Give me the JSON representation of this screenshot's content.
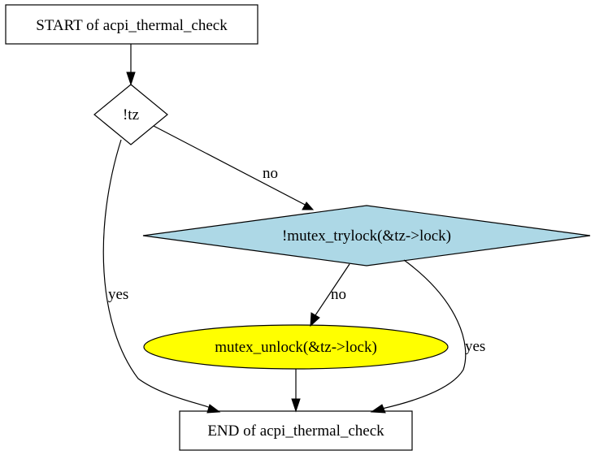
{
  "nodes": {
    "start": {
      "label": "START of acpi_thermal_check",
      "fill": "#ffffff"
    },
    "cond_tz": {
      "label": "!tz",
      "fill": "#ffffff"
    },
    "cond_trylock": {
      "label": "!mutex_trylock(&tz->lock)",
      "fill": "#add8e6"
    },
    "unlock": {
      "label": "mutex_unlock(&tz->lock)",
      "fill": "#ffff00"
    },
    "end": {
      "label": "END of acpi_thermal_check",
      "fill": "#ffffff"
    }
  },
  "edges": {
    "tz_no": {
      "label": "no"
    },
    "tz_yes": {
      "label": "yes"
    },
    "trylock_no": {
      "label": "no"
    },
    "trylock_yes": {
      "label": "yes"
    }
  }
}
